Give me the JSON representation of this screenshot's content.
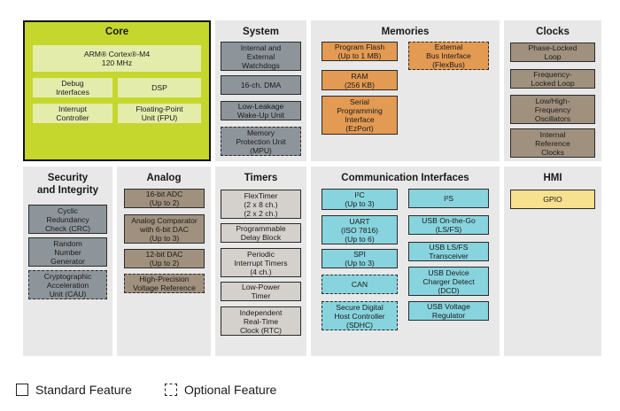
{
  "panels": {
    "core": {
      "title": "Core",
      "cpu": "ARM® Cortex®-M4\n120 MHz",
      "debug": "Debug\nInterfaces",
      "dsp": "DSP",
      "interrupt": "Interrupt\nController",
      "fpu": "Floating-Point\nUnit (FPU)"
    },
    "system": {
      "title": "System",
      "watchdogs": "Internal and\nExternal\nWatchdogs",
      "dma": "16-ch. DMA",
      "wakeup": "Low-Leakage\nWake-Up Unit",
      "mpu": "Memory\nProtection Unit\n(MPU)"
    },
    "memories": {
      "title": "Memories",
      "flash": "Program Flash\n(Up to 1 MB)",
      "ram": "RAM\n(256 KB)",
      "ezport": "Serial\nProgramming\nInterface\n(EzPort)",
      "flexbus": "External\nBus Interface\n(FlexBus)"
    },
    "clocks": {
      "title": "Clocks",
      "pll": "Phase-Locked\nLoop",
      "fll": "Frequency-\nLocked Loop",
      "osc": "Low/High-\nFrequency\nOscillators",
      "irc": "Internal\nReference\nClocks"
    },
    "security": {
      "title": "Security\nand Integrity",
      "crc": "Cyclic\nRedundancy\nCheck (CRC)",
      "rng": "Random\nNumber\nGenerator",
      "cau": "Cryptographic\nAcceleration\nUnit (CAU)"
    },
    "analog": {
      "title": "Analog",
      "adc": "16-bit ADC\n(Up to 2)",
      "comparator": "Analog Comparator\nwith 6-bit DAC\n(Up to 3)",
      "dac": "12-bit DAC\n(Up to 2)",
      "vref": "High-Precision\nVoltage Reference"
    },
    "timers": {
      "title": "Timers",
      "flextimer": "FlexTimer\n(2 x 8 ch.)\n(2 x 2 ch.)",
      "pdb": "Programmable\nDelay Block",
      "pit": "Periodic\nInterrupt Timers\n(4 ch.)",
      "lptimer": "Low-Power\nTimer",
      "rtc": "Independent\nReal-Time\nClock (RTC)"
    },
    "comm": {
      "title": "Communication Interfaces",
      "i2c": "I²C\n(Up to 3)",
      "uart": "UART\n(ISO 7816)\n(Up to 6)",
      "spi": "SPI\n(Up to 3)",
      "can": "CAN",
      "sdhc": "Secure Digital\nHost Controller\n(SDHC)",
      "i2s": "I²S",
      "usbotg": "USB On-the-Go\n(LS/FS)",
      "usbtrx": "USB LS/FS\nTransceiver",
      "usbdcd": "USB Device\nCharger Detect\n(DCD)",
      "usbvreg": "USB Voltage\nRegulator"
    },
    "hmi": {
      "title": "HMI",
      "gpio": "GPIO"
    }
  },
  "legend": {
    "standard": "Standard Feature",
    "optional": "Optional Feature"
  }
}
